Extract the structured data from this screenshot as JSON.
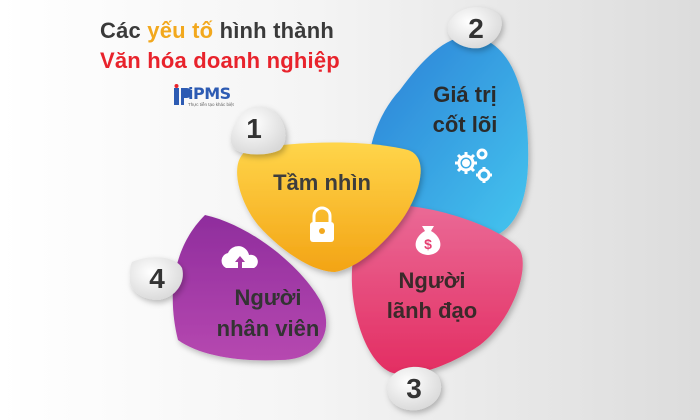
{
  "title": {
    "line1_part1": "Các ",
    "line1_highlight": "yếu tố",
    "line1_part2": " hình thành",
    "line2": "Văn hóa doanh nghiệp"
  },
  "logo": {
    "name": "iPMS",
    "tagline": "Thực tiễn tạo khác biệt"
  },
  "elements": [
    {
      "number": "1",
      "label_lines": [
        "Tầm nhìn"
      ],
      "icon": "lock-icon",
      "color": "#f5b31c"
    },
    {
      "number": "2",
      "label_lines": [
        "Giá trị",
        "cốt lõi"
      ],
      "icon": "gears-icon",
      "color": "#2f9fe0"
    },
    {
      "number": "3",
      "label_lines": [
        "Người",
        "lãnh đạo"
      ],
      "icon": "money-bag-icon",
      "color": "#e63f72"
    },
    {
      "number": "4",
      "label_lines": [
        "Người",
        "nhân viên"
      ],
      "icon": "cloud-upload-icon",
      "color": "#a33aa3"
    }
  ]
}
